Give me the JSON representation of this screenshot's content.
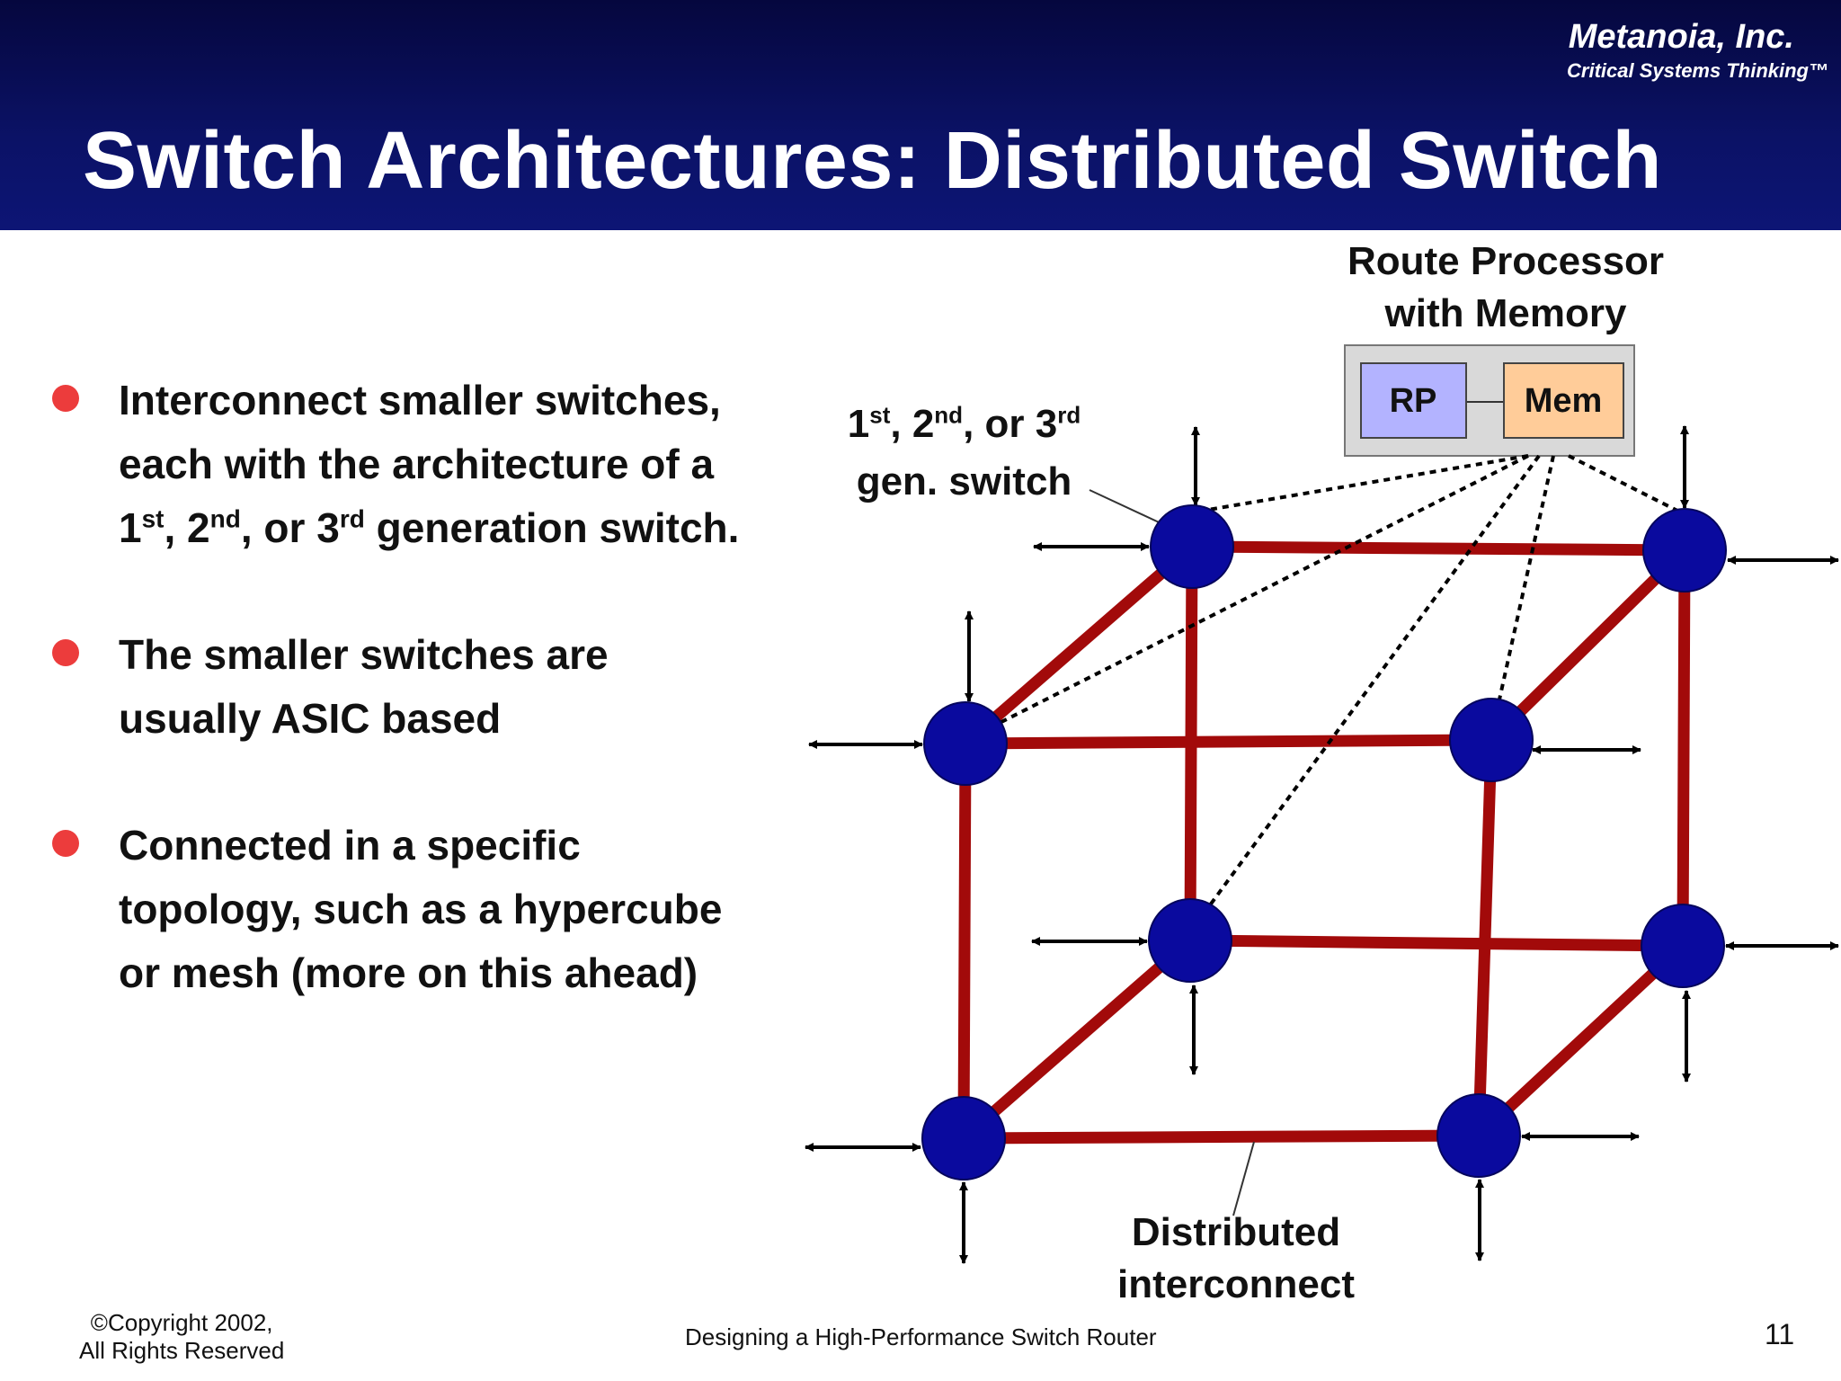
{
  "header": {
    "company": "Metanoia, Inc.",
    "tagline": "Critical Systems Thinking™",
    "title": "Switch Architectures: Distributed Switch"
  },
  "bullets": [
    {
      "lines": [
        [
          {
            "t": "Interconnect smaller switches,"
          }
        ],
        [
          {
            "t": "each with the architecture of a"
          }
        ],
        [
          {
            "t": "1"
          },
          {
            "sup": "st"
          },
          {
            "t": ", 2"
          },
          {
            "sup": "nd"
          },
          {
            "t": ", or 3"
          },
          {
            "sup": "rd"
          },
          {
            "t": " generation switch."
          }
        ]
      ]
    },
    {
      "lines": [
        [
          {
            "t": "The smaller switches are"
          }
        ],
        [
          {
            "t": "usually ASIC based"
          }
        ]
      ]
    },
    {
      "lines": [
        [
          {
            "t": "Connected in a specific"
          }
        ],
        [
          {
            "t": "topology, such as a hypercube"
          }
        ],
        [
          {
            "t": "or mesh (more on this ahead)"
          }
        ]
      ]
    }
  ],
  "diagram": {
    "rp_title_line1": "Route Processor",
    "rp_title_line2": "with Memory",
    "rp_label": "RP",
    "mem_label": "Mem",
    "switch_label_line1": [
      {
        "t": "1"
      },
      {
        "sup": "st"
      },
      {
        "t": ", 2"
      },
      {
        "sup": "nd"
      },
      {
        "t": ", or 3"
      },
      {
        "sup": "rd"
      }
    ],
    "switch_label_line2": "gen. switch",
    "interconnect_line1": "Distributed",
    "interconnect_line2": "interconnect",
    "colors": {
      "node": "#0a0a9e",
      "link": "#a20a0a",
      "rp_box": "#b3b3ff",
      "mem_box": "#ffcc99",
      "rp_container": "#d9d9d9"
    }
  },
  "footer": {
    "copyright_line1": "©Copyright 2002,",
    "copyright_line2": "All Rights Reserved",
    "center": "Designing a High-Performance Switch Router",
    "page_number": "11"
  }
}
